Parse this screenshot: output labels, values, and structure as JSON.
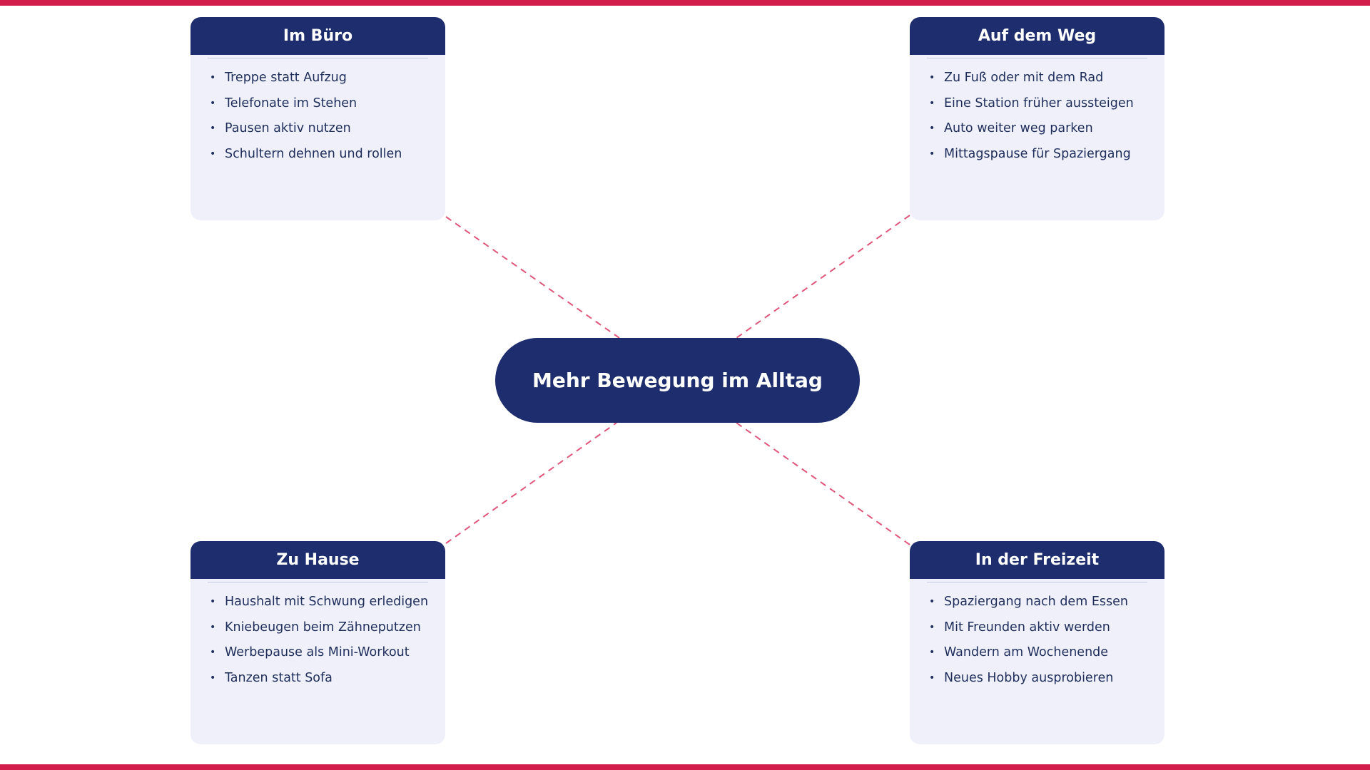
{
  "colors": {
    "accent_bar": "#d21e4b",
    "navy": "#1e2d6e",
    "card_bg": "#eff0fa",
    "connector": "#e0567a",
    "text_dark": "#1e2d5a"
  },
  "center": {
    "title": "Mehr Bewegung im Alltag"
  },
  "cards": {
    "buero": {
      "title": "Im Büro",
      "items": [
        "Treppe statt Aufzug",
        "Telefonate im Stehen",
        "Pausen aktiv nutzen",
        "Schultern dehnen und rollen"
      ]
    },
    "weg": {
      "title": "Auf dem Weg",
      "items": [
        "Zu Fuß oder mit dem Rad",
        "Eine Station früher aussteigen",
        "Auto weiter weg parken",
        "Mittagspause für Spaziergang"
      ]
    },
    "hause": {
      "title": "Zu Hause",
      "items": [
        "Haushalt mit Schwung erledigen",
        "Kniebeugen beim Zähneputzen",
        "Werbepause als Mini-Workout",
        "Tanzen statt Sofa"
      ]
    },
    "freizeit": {
      "title": "In der Freizeit",
      "items": [
        "Spaziergang nach dem Essen",
        "Mit Freunden aktiv werden",
        "Wandern am Wochenende",
        "Neues Hobby ausprobieren"
      ]
    }
  }
}
